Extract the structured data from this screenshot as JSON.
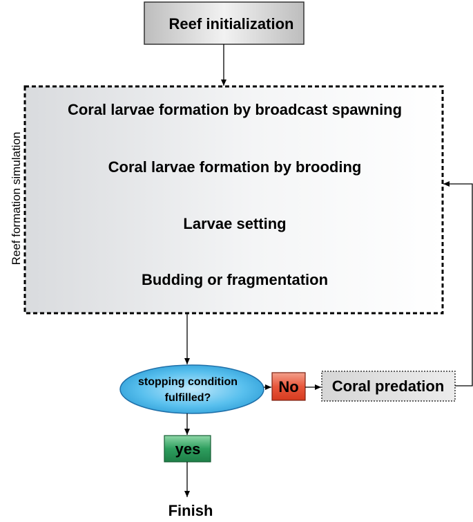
{
  "nodes": {
    "init": "Reef initialization",
    "simulation_label": "Reef formation simulation",
    "steps": [
      "Coral larvae formation by broadcast spawning",
      "Coral larvae formation by brooding",
      "Larvae setting",
      "Budding or fragmentation"
    ],
    "decision_line1": "stopping condition",
    "decision_line2": "fulfilled?",
    "no": "No",
    "predation": "Coral predation",
    "yes": "yes",
    "finish": "Finish"
  },
  "colors": {
    "no_box": "#e8573c",
    "yes_box": "#2e9e5e",
    "decision": "#38b0e8",
    "gray_box": "#c8c8c8"
  }
}
